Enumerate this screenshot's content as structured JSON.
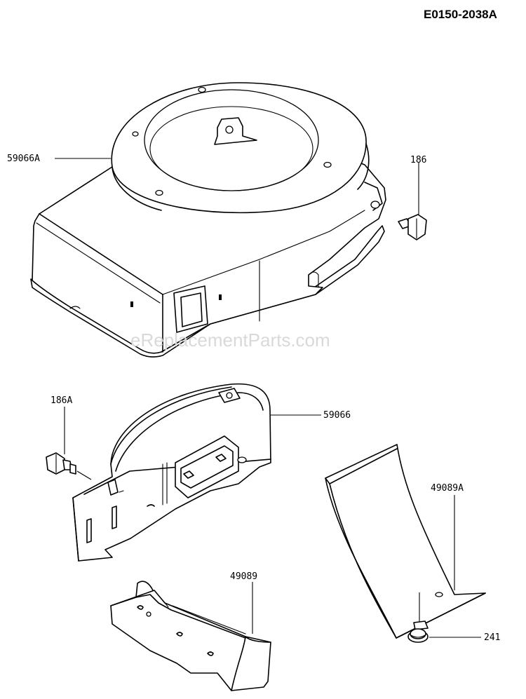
{
  "diagram": {
    "drawing_code": "E0150-2038A",
    "watermark": "eReplacementParts.com",
    "callouts": [
      {
        "id": "blower-housing",
        "label": "59066A"
      },
      {
        "id": "bolt-top",
        "label": "186"
      },
      {
        "id": "bolt-left",
        "label": "186A"
      },
      {
        "id": "shroud-plate",
        "label": "59066"
      },
      {
        "id": "cover-right",
        "label": "49089A"
      },
      {
        "id": "cover-bottom",
        "label": "49089"
      },
      {
        "id": "screw",
        "label": "241"
      }
    ]
  }
}
